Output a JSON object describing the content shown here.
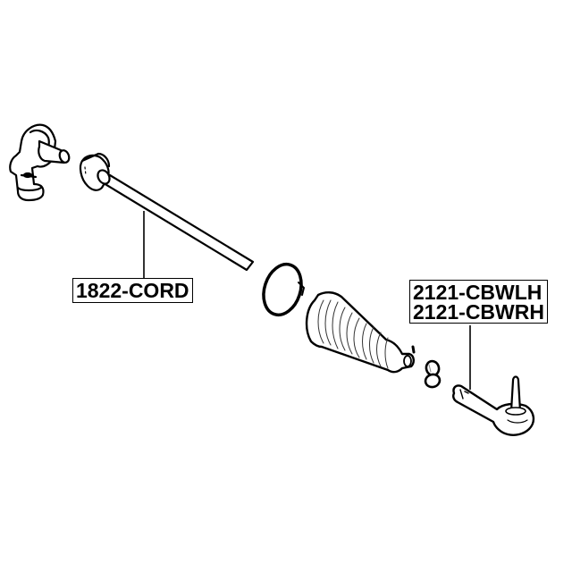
{
  "diagram": {
    "type": "exploded-parts-diagram",
    "background": "#ffffff",
    "line_color": "#000000",
    "parts": [
      {
        "id": "steering-rack-joint",
        "label": null
      },
      {
        "id": "inner-tie-rod",
        "label": "1822-CORD"
      },
      {
        "id": "boot-clamp-ring",
        "label": null
      },
      {
        "id": "steering-rack-boot",
        "label": null
      },
      {
        "id": "small-clamp",
        "label": null
      },
      {
        "id": "outer-tie-rod-end",
        "label": "2121-CBWLH / 2121-CBWRH"
      }
    ],
    "callouts": {
      "tie_rod": {
        "lines": [
          "1822-CORD"
        ]
      },
      "tie_rod_end": {
        "lines": [
          "2121-CBWLH",
          "2121-CBWRH"
        ]
      }
    }
  }
}
